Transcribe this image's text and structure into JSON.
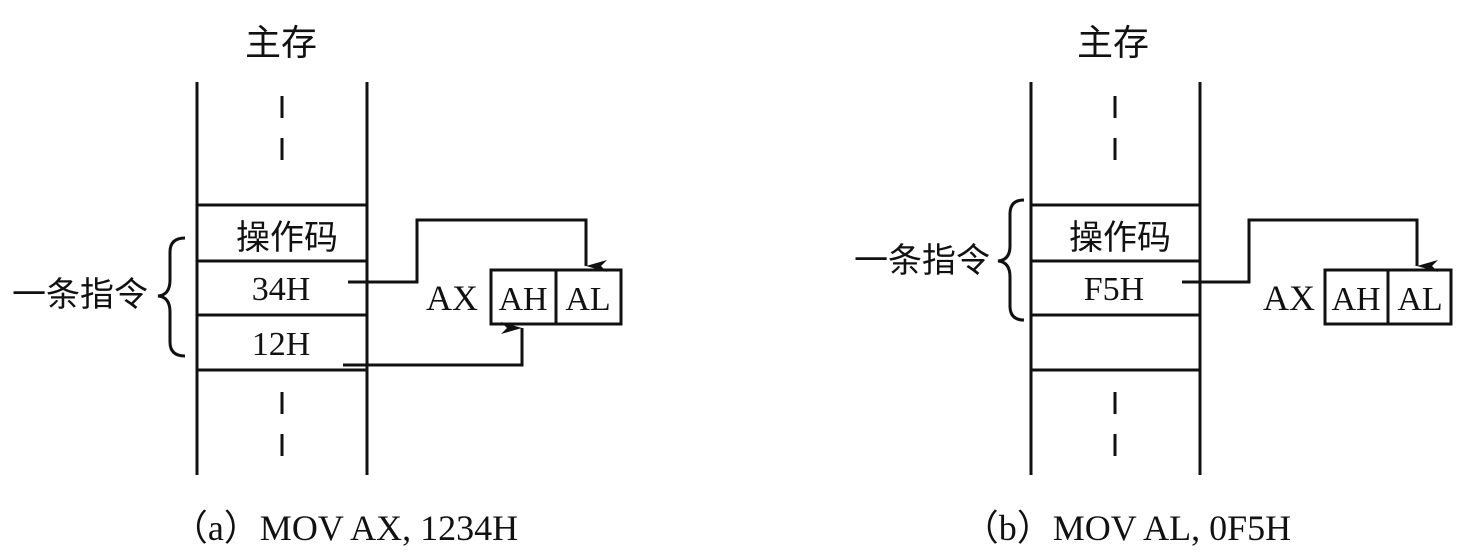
{
  "panel_a": {
    "memory_label": "主存",
    "cells": [
      "操作码",
      "34H",
      "12H"
    ],
    "instruction_label": "一条指令",
    "register_label": "AX",
    "reg_high": "AH",
    "reg_low": "AL",
    "caption": "（a）MOV  AX, 1234H"
  },
  "panel_b": {
    "memory_label": "主存",
    "cells": [
      "操作码",
      "F5H",
      ""
    ],
    "instruction_label": "一条指令",
    "register_label": "AX",
    "reg_high": "AH",
    "reg_low": "AL",
    "caption": "（b）MOV  AL, 0F5H"
  }
}
